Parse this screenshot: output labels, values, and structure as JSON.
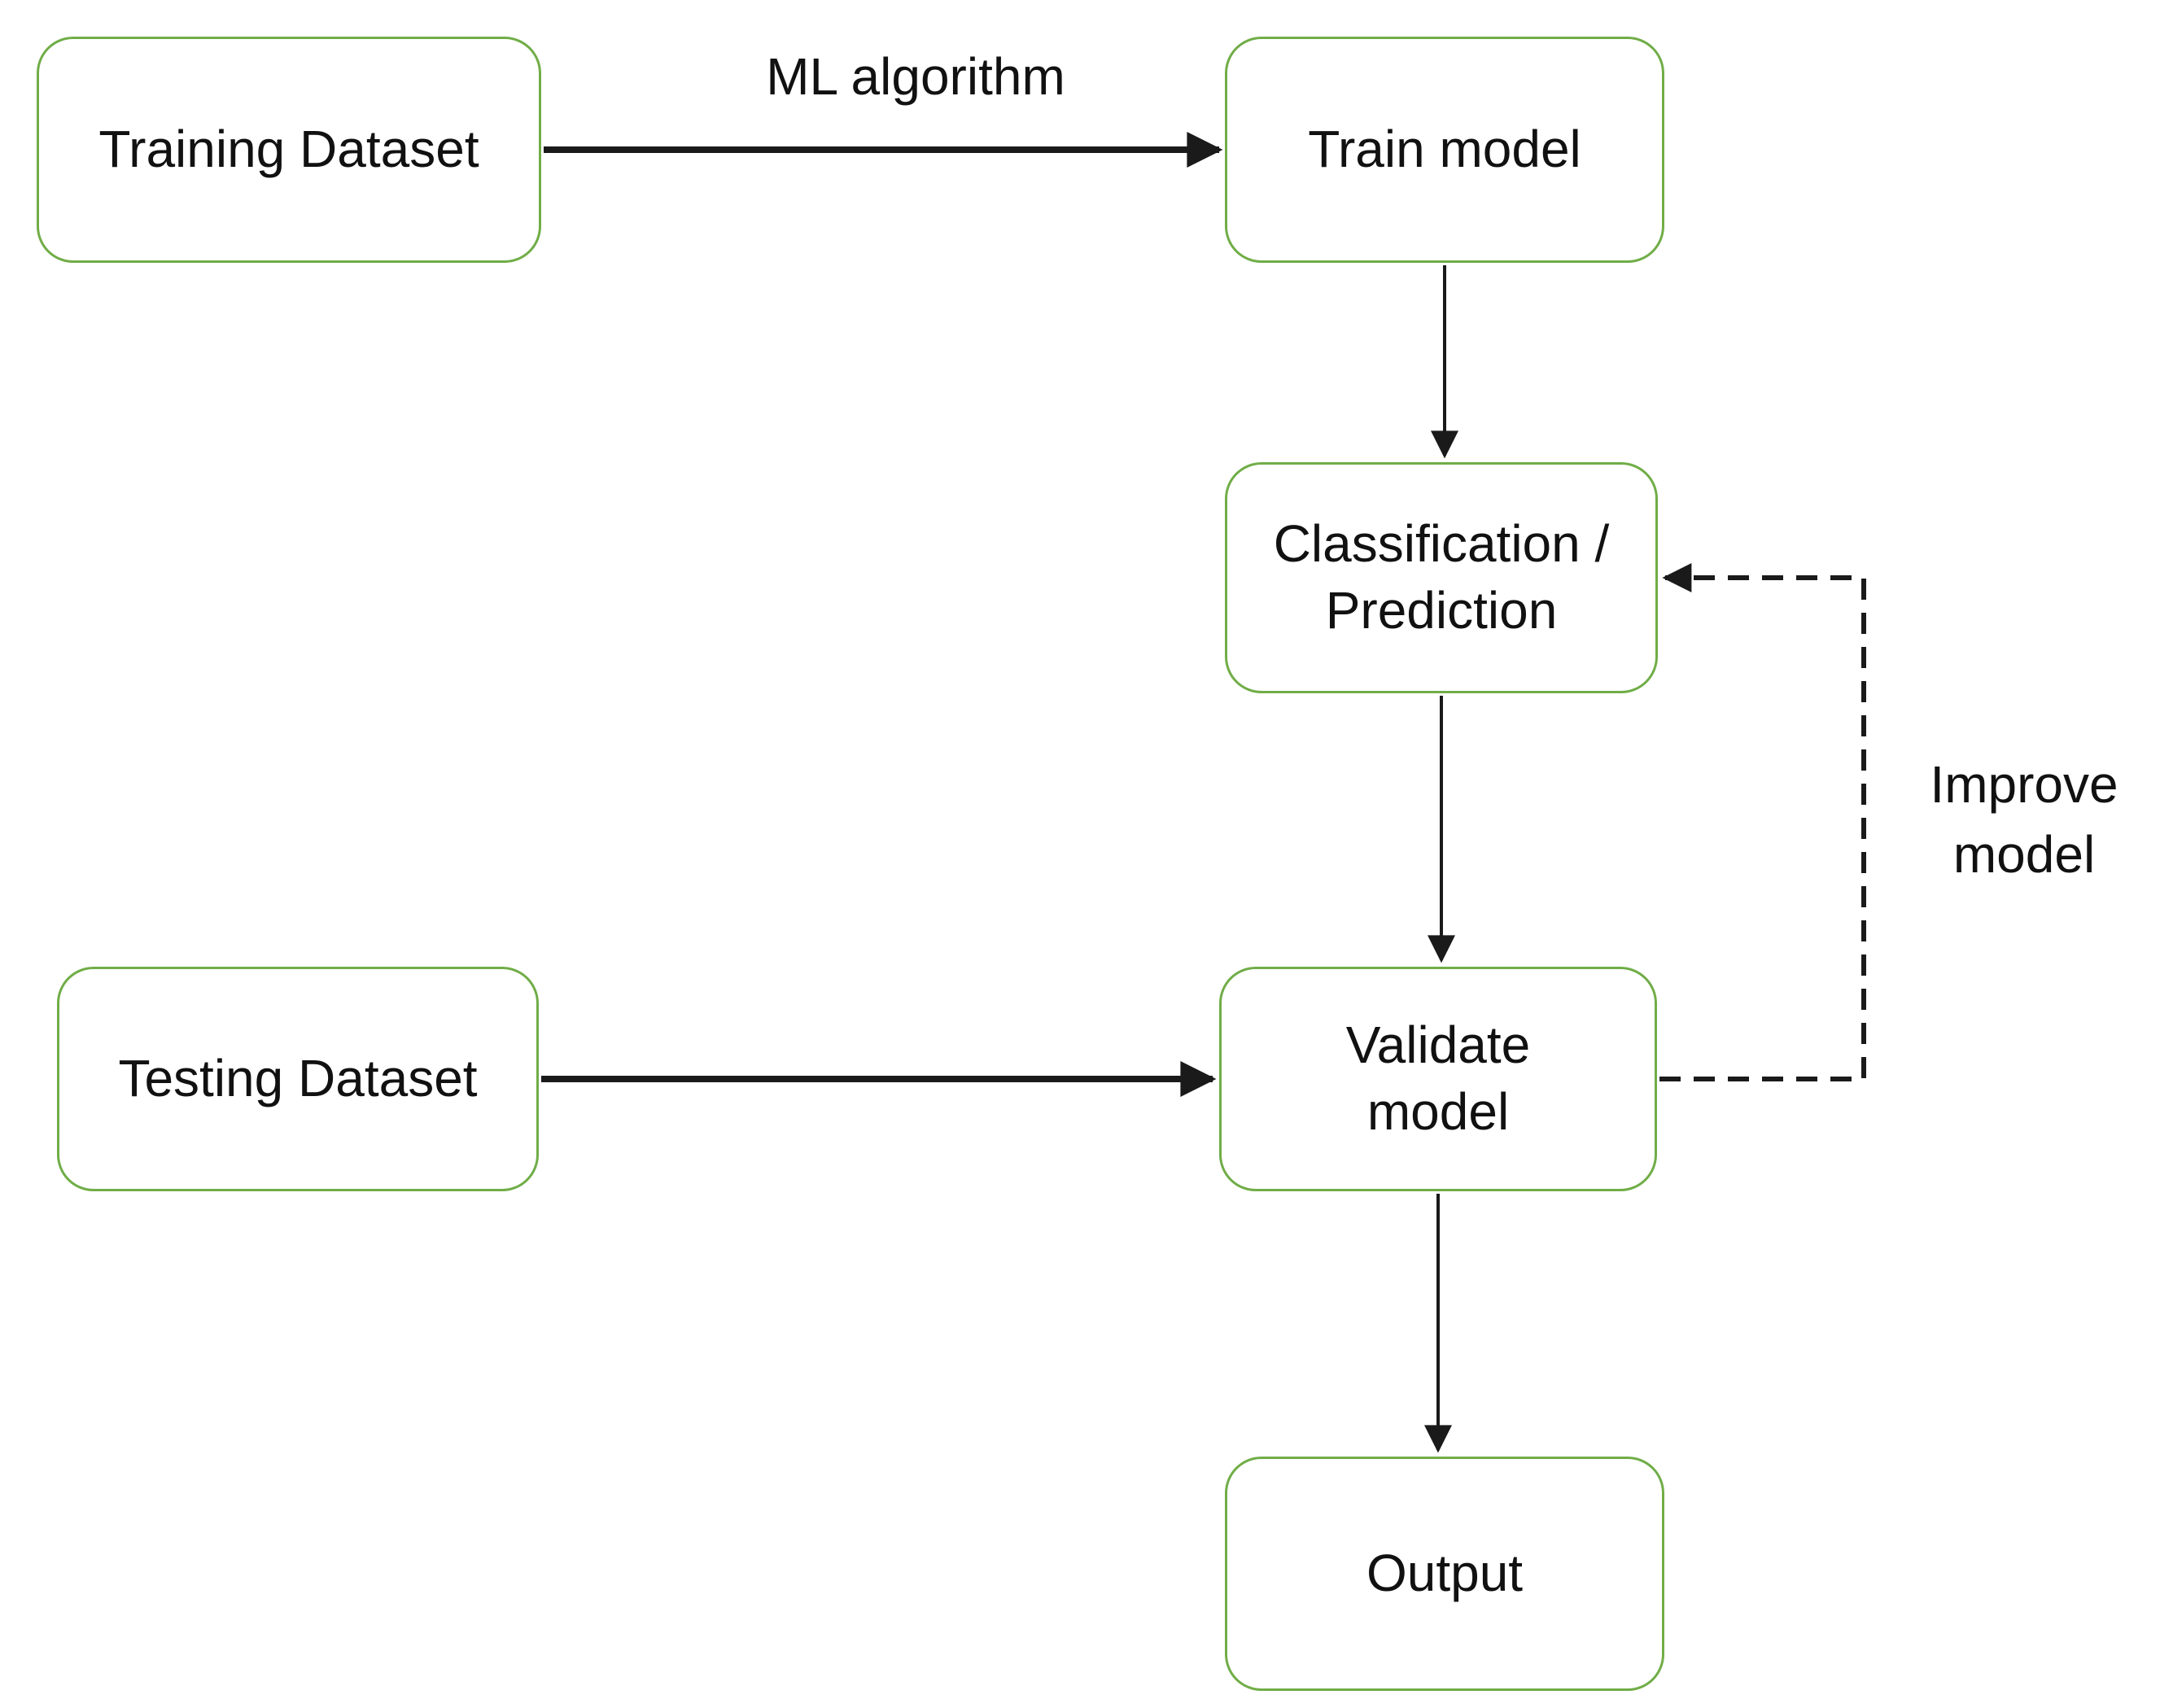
{
  "diagram": {
    "type": "flowchart",
    "colors": {
      "background": "#ffffff",
      "node_border": "#70AD47",
      "node_fill": "#ffffff",
      "text": "#111111",
      "arrow": "#1a1a1a"
    },
    "nodes": {
      "training_dataset": {
        "label": "Training Dataset"
      },
      "train_model": {
        "label": "Train model"
      },
      "classification_prediction": {
        "label": [
          "Classification /",
          "Prediction"
        ]
      },
      "testing_dataset": {
        "label": "Testing Dataset"
      },
      "validate_model": {
        "label": [
          "Validate",
          "model"
        ]
      },
      "output": {
        "label": "Output"
      }
    },
    "edges": {
      "training_to_train": {
        "label": "ML algorithm",
        "style": "solid"
      },
      "train_to_classification": {
        "style": "solid"
      },
      "classification_to_validate": {
        "style": "solid"
      },
      "testing_to_validate": {
        "style": "solid"
      },
      "validate_to_output": {
        "style": "solid"
      },
      "validate_to_classification_feedback": {
        "label": [
          "Improve",
          "model"
        ],
        "style": "dashed"
      }
    }
  }
}
